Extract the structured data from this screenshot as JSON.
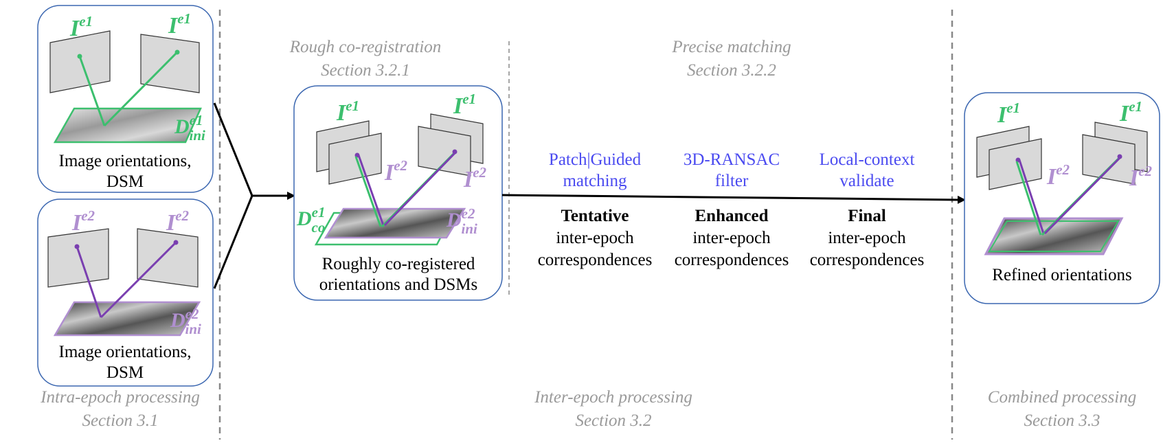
{
  "colors": {
    "epoch1": "#3cbf6e",
    "epoch2": "#7a3fb0",
    "dsm_epoch2": "#b08fd0",
    "step_text": "#4a4af0",
    "caption": "#9a9a9a",
    "box_border": "#3a66b0"
  },
  "captions": {
    "intra": [
      "Intra-epoch processing",
      "Section 3.1"
    ],
    "rough": [
      "Rough co-registration",
      "Section 3.2.1"
    ],
    "precise": [
      "Precise matching",
      "Section 3.2.2"
    ],
    "inter": [
      "Inter-epoch processing",
      "Section 3.2"
    ],
    "combined": [
      "Combined processing",
      "Section 3.3"
    ]
  },
  "boxes": {
    "epoch1": [
      "Image orientations,",
      "DSM"
    ],
    "epoch2": [
      "Image orientations,",
      "DSM"
    ],
    "rough": [
      "Roughly co-registered",
      "orientations and DSMs"
    ],
    "refined": [
      "Refined orientations"
    ]
  },
  "symbols": {
    "image": "I",
    "dsm": "D",
    "e1": "e1",
    "e2": "e2",
    "ini": "ini",
    "co": "co"
  },
  "steps": [
    {
      "method": [
        "Patch|Guided",
        "matching"
      ],
      "stage": "Tentative",
      "desc": [
        "inter-epoch",
        "correspondences"
      ]
    },
    {
      "method": [
        "3D-RANSAC",
        "filter"
      ],
      "stage": "Enhanced",
      "desc": [
        "inter-epoch",
        "correspondences"
      ]
    },
    {
      "method": [
        "Local-context",
        "validate"
      ],
      "stage": "Final",
      "desc": [
        "inter-epoch",
        "correspondences"
      ]
    }
  ]
}
